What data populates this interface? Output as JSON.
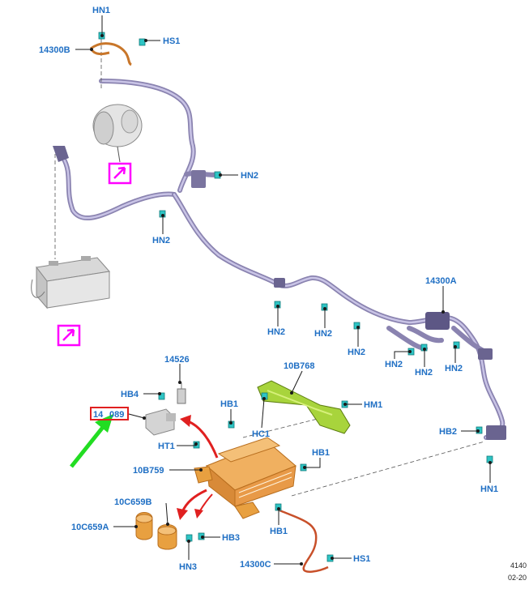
{
  "labels": {
    "hn1_top": "HN1",
    "hs1_top": "HS1",
    "b14300": "14300B",
    "hn2_a": "HN2",
    "hn2_b": "HN2",
    "hn2_c": "HN2",
    "hn2_d": "HN2",
    "hn2_e": "HN2",
    "hn2_f": "HN2",
    "hn2_g": "HN2",
    "hn2_h": "HN2",
    "a14300": "14300A",
    "p14526": "14526",
    "hb4": "HB4",
    "box14": "14",
    "box089": "089",
    "ht1": "HT1",
    "b10b759": "10B759",
    "hb1_a": "HB1",
    "hc1": "HC1",
    "b10b768": "10B768",
    "hm1": "HM1",
    "hb1_b": "HB1",
    "hb2": "HB2",
    "hn1_bottom": "HN1",
    "b10c659b": "10C659B",
    "b10c659a": "10C659A",
    "hb3": "HB3",
    "hn3": "HN3",
    "hb1_c": "HB1",
    "c14300": "14300C",
    "hs1_bottom": "HS1"
  },
  "footer": {
    "code": "4140",
    "date": "02-20"
  },
  "colors": {
    "label": "#1f6fc4",
    "harness": "#8a83b0",
    "orange_part": "#e8a040",
    "green_part": "#9acd32",
    "callout_red": "#e02020",
    "arrow_green": "#22dd22",
    "view_box": "#ff00ff"
  }
}
